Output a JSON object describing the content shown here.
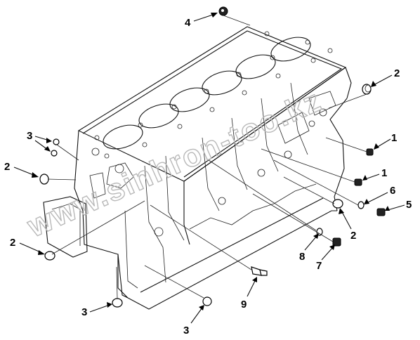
{
  "watermark": "www.sinhron-too.kz",
  "callouts": [
    {
      "id": "c4-top",
      "number": "4"
    },
    {
      "id": "c2-right-top",
      "number": "2"
    },
    {
      "id": "c3-left-top",
      "number": "3"
    },
    {
      "id": "c1-upper",
      "number": "1"
    },
    {
      "id": "c2-left-mid",
      "number": "2"
    },
    {
      "id": "c1-lower",
      "number": "1"
    },
    {
      "id": "c6",
      "number": "6"
    },
    {
      "id": "c5",
      "number": "5"
    },
    {
      "id": "c2-right-bottom",
      "number": "2"
    },
    {
      "id": "c2-left-bottom",
      "number": "2"
    },
    {
      "id": "c8",
      "number": "8"
    },
    {
      "id": "c7",
      "number": "7"
    },
    {
      "id": "c9",
      "number": "9"
    },
    {
      "id": "c3-bottom-left",
      "number": "3"
    },
    {
      "id": "c3-bottom-right",
      "number": "3"
    }
  ]
}
